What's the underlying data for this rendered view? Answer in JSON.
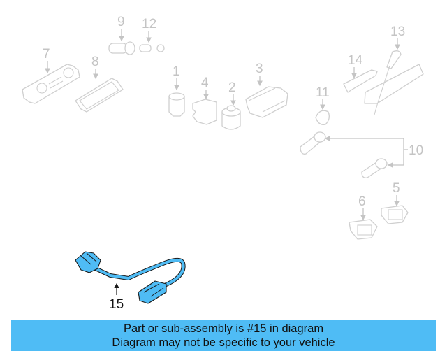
{
  "diagram": {
    "highlight_color": "#4fbcf5",
    "callouts": [
      {
        "id": "1",
        "label": "1"
      },
      {
        "id": "2",
        "label": "2"
      },
      {
        "id": "3",
        "label": "3"
      },
      {
        "id": "4",
        "label": "4"
      },
      {
        "id": "5",
        "label": "5"
      },
      {
        "id": "6",
        "label": "6"
      },
      {
        "id": "7",
        "label": "7"
      },
      {
        "id": "8",
        "label": "8"
      },
      {
        "id": "9",
        "label": "9"
      },
      {
        "id": "10",
        "label": "10"
      },
      {
        "id": "11",
        "label": "11"
      },
      {
        "id": "12",
        "label": "12"
      },
      {
        "id": "13",
        "label": "13"
      },
      {
        "id": "14",
        "label": "14"
      },
      {
        "id": "15",
        "label": "15",
        "highlighted": true
      }
    ]
  },
  "banner": {
    "line1": "Part or sub-assembly is #15 in diagram",
    "line2": "Diagram may not be specific to your vehicle",
    "background": "#4fbcf5"
  }
}
